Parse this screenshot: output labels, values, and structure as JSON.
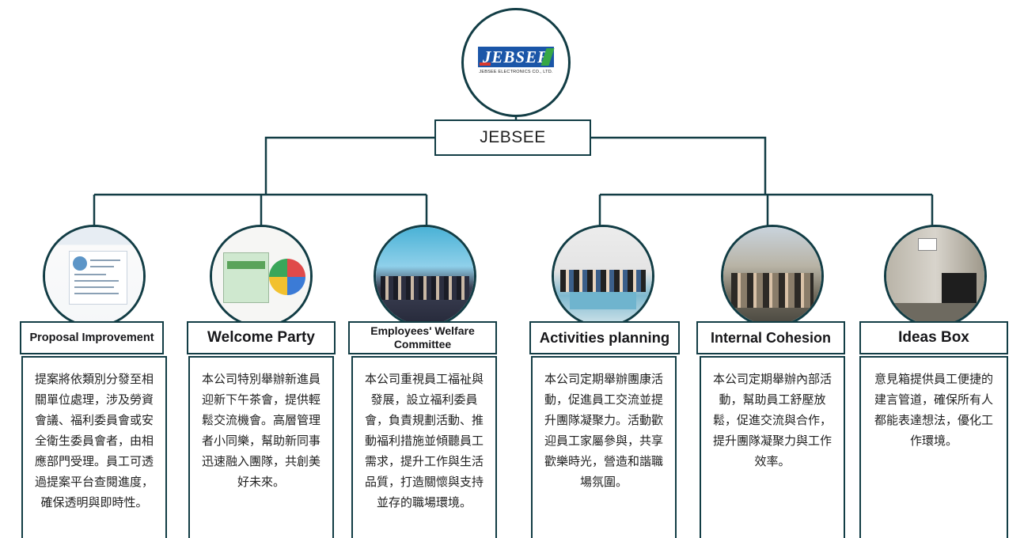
{
  "root": {
    "logo_text": "JEBSEE",
    "logo_subtitle": "JEBSEE ELECTRONICS CO., LTD.",
    "label": "JEBSEE"
  },
  "colors": {
    "line": "#123d45",
    "logo_blue": "#1b56a8",
    "logo_green": "#36a845"
  },
  "nodes": [
    {
      "title": "Proposal Improvement",
      "photo_icon": "proposal-document-image",
      "description": "提案將依類別分發至相關單位處理，涉及勞資會議、福利委員會或安全衛生委員會者，由相應部門受理。員工可透過提案平台查閱進度，確保透明與即時性。"
    },
    {
      "title": "Welcome Party",
      "photo_icon": "welcome-party-poster-image",
      "description": "本公司特別舉辦新進員迎新下午茶會，提供輕鬆交流機會。高層管理者小同樂，幫助新同事迅速融入團隊，共創美好未來。"
    },
    {
      "title": "Employees' Welfare Committee",
      "photo_icon": "welfare-committee-group-photo",
      "description": "本公司重視員工福祉與發展，設立福利委員會，負責規劃活動、推動福利措施並傾聽員工需求，提升工作與生活品質，打造關懷與支持並存的職場環境。"
    },
    {
      "title": "Activities planning",
      "photo_icon": "activities-group-photo",
      "description": "本公司定期舉辦團康活動，促進員工交流並提升團隊凝聚力。活動歡迎員工家屬參與，共享歡樂時光，營造和諧職場氛圍。"
    },
    {
      "title": "Internal Cohesion",
      "photo_icon": "cohesion-outdoor-photo",
      "description": "本公司定期舉辦內部活動，幫助員工舒壓放鬆，促進交流與合作，提升團隊凝聚力與工作效率。"
    },
    {
      "title": "Ideas Box",
      "photo_icon": "ideas-box-photo",
      "description": "意見箱提供員工便捷的建言管道，確保所有人都能表達想法，優化工作環境。"
    }
  ]
}
